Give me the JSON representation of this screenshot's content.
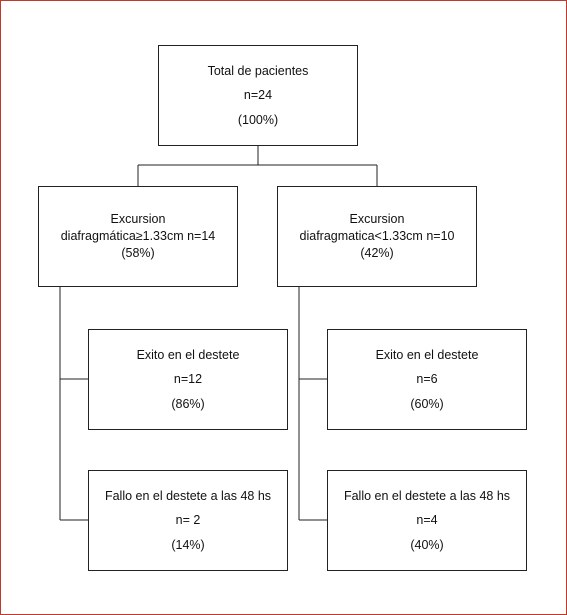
{
  "diagram": {
    "root": {
      "title": "Total de pacientes",
      "count": "n=24",
      "percent": "(100%)"
    },
    "left": {
      "line1": "Excursion",
      "line2": "diafragmática≥1.33cm n=14",
      "percent": "(58%)",
      "success": {
        "title": "Exito en el destete",
        "count": "n=12",
        "percent": "(86%)"
      },
      "failure": {
        "title": "Fallo en el destete a las 48 hs",
        "count": "n= 2",
        "percent": "(14%)"
      }
    },
    "right": {
      "line1": "Excursion",
      "line2": "diafragmatica<1.33cm n=10",
      "percent": "(42%)",
      "success": {
        "title": "Exito en el destete",
        "count": "n=6",
        "percent": "(60%)"
      },
      "failure": {
        "title": "Fallo en el destete a las 48 hs",
        "count": "n=4",
        "percent": "(40%)"
      }
    },
    "colors": {
      "frame": "#c0392b",
      "line": "#222222"
    }
  }
}
